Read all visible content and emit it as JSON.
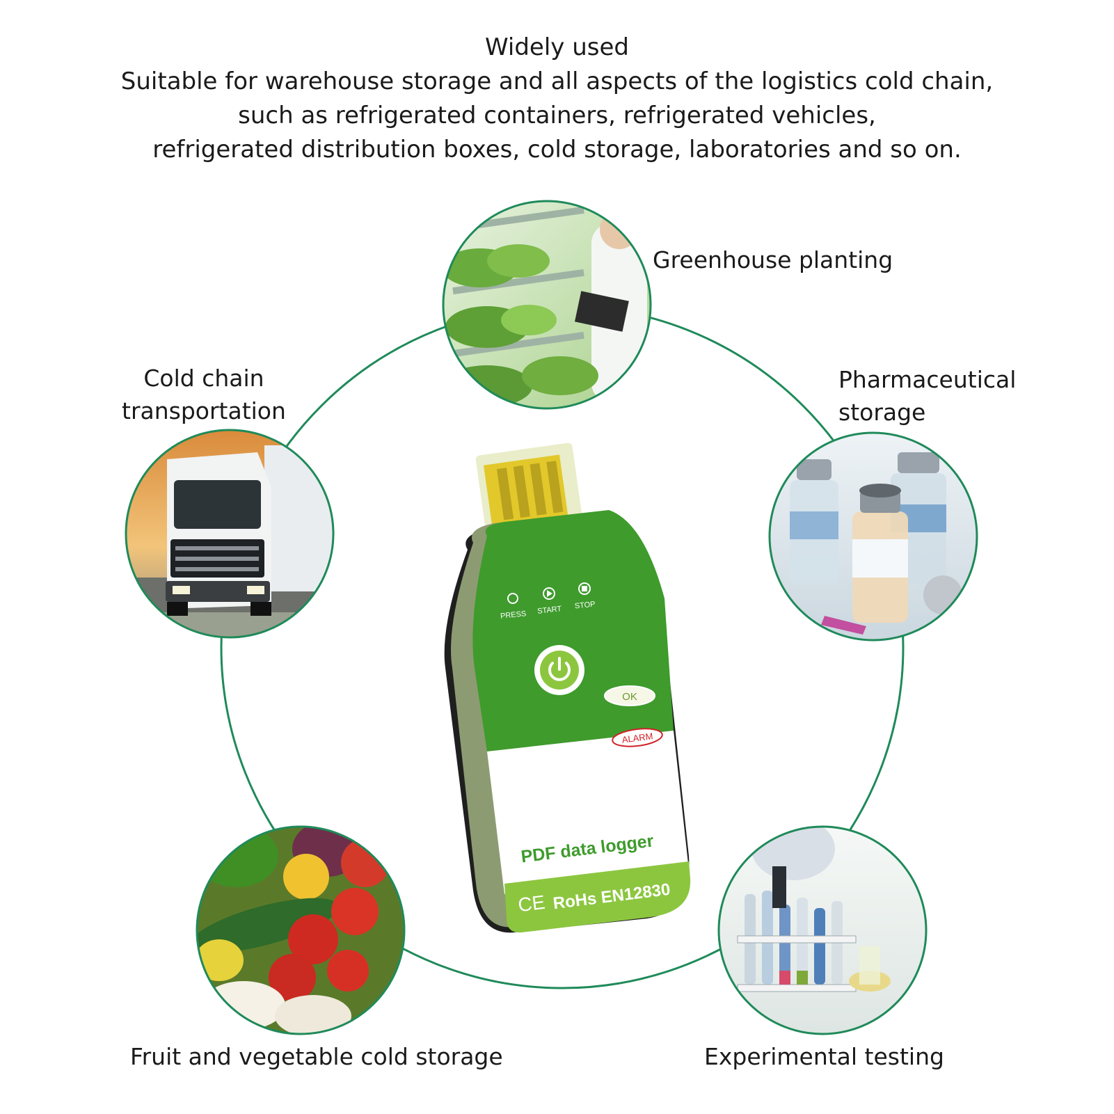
{
  "header": {
    "title": "Widely used",
    "lines": [
      "Suitable for warehouse storage and all aspects of the logistics cold chain,",
      "such as refrigerated containers, refrigerated vehicles,",
      "refrigerated distribution boxes, cold storage, laboratories and so on."
    ]
  },
  "applications": {
    "greenhouse": "Greenhouse planting",
    "cold_chain": [
      "Cold chain",
      "transportation"
    ],
    "pharma": [
      "Pharmaceutical",
      "storage"
    ],
    "fruit": "Fruit and vegetable cold storage",
    "experimental": "Experimental testing"
  },
  "device": {
    "press_label": "PRESS",
    "start_label": "START",
    "stop_label": "STOP",
    "ok_label": "OK",
    "alarm_label": "ALARM",
    "product_name": "PDF data logger",
    "cert_ce": "CE",
    "cert_text": "RoHs EN12830"
  },
  "colors": {
    "ring": "#1f8a5a",
    "device_green": "#3e9b2c",
    "device_lime": "#8cc63f"
  }
}
